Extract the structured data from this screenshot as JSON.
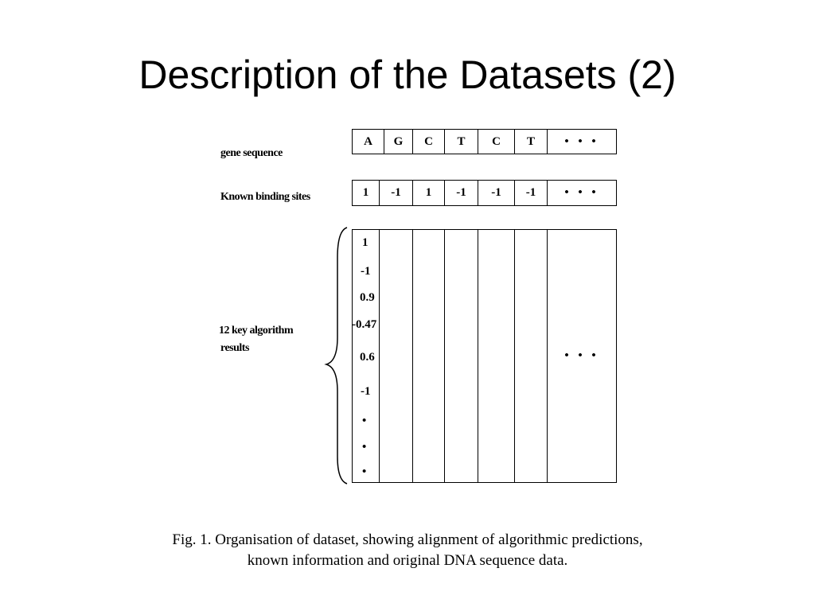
{
  "slide": {
    "title": "Description of the Datasets (2)"
  },
  "figure": {
    "gene_sequence": {
      "label": "gene sequence",
      "cells": [
        "A",
        "G",
        "C",
        "T",
        "C",
        "T",
        "• • •"
      ]
    },
    "binding_sites": {
      "label": "Known binding sites",
      "cells": [
        "1",
        "-1",
        "1",
        "-1",
        "-1",
        "-1",
        "• • •"
      ]
    },
    "algorithm_results": {
      "label_line1": "12 key algorithm",
      "label_line2": "results",
      "column_values": [
        "1",
        "-1",
        "0.9",
        "-0.47",
        "0.6",
        "-1",
        "•",
        "•",
        "•"
      ],
      "ellipsis": "• • •"
    },
    "caption_line1": "Fig. 1. Organisation of dataset, showing alignment of algorithmic predictions,",
    "caption_line2": "known information and original DNA sequence data."
  }
}
